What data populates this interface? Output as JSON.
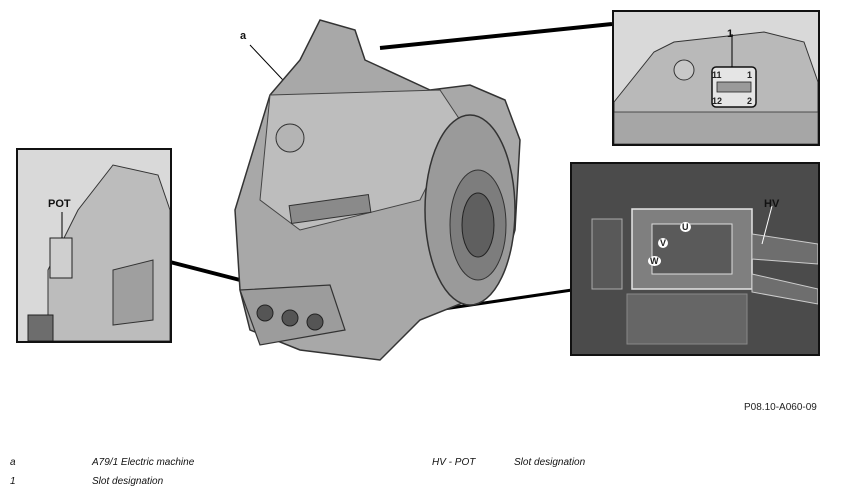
{
  "figure": {
    "callouts": {
      "a": "a",
      "one": "1",
      "pot": "POT",
      "hv": "HV"
    },
    "connector_pins": {
      "top_left": "11",
      "top_right": "1",
      "bottom_left": "12",
      "bottom_right": "2"
    },
    "phases": {
      "u": "U",
      "v": "V",
      "w": "W"
    },
    "reference": "P08.10-A060-09"
  },
  "legend": [
    {
      "key": "a",
      "text": "A79/1 Electric machine"
    },
    {
      "key": "1",
      "text": "Slot designation"
    },
    {
      "key": "HV - POT",
      "text": "Slot designation"
    }
  ]
}
